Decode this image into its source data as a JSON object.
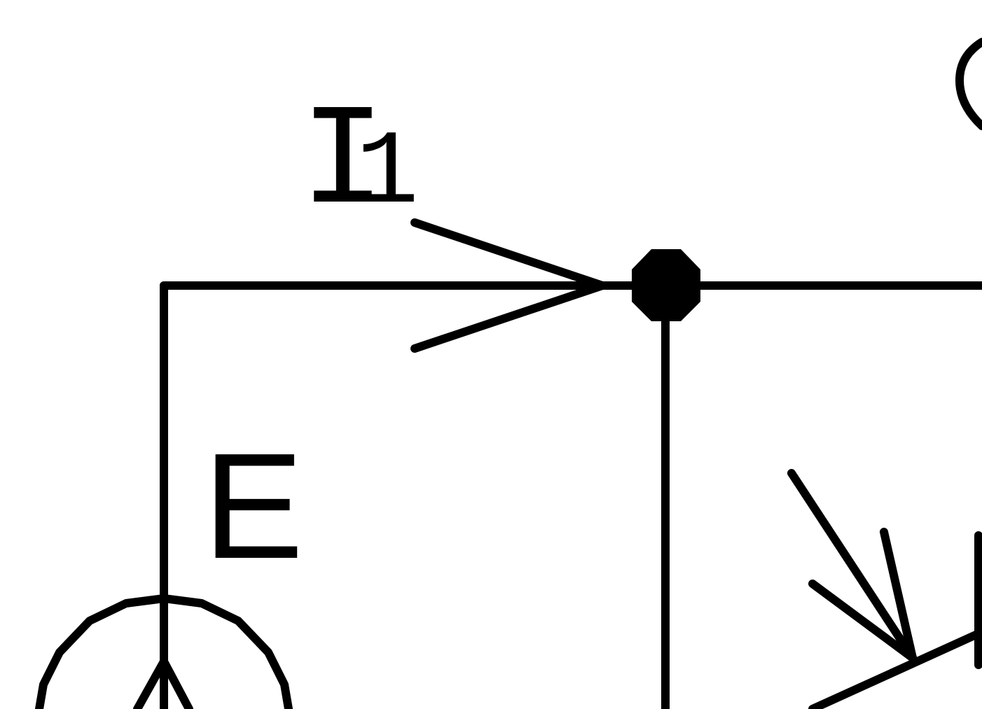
{
  "diagram": {
    "type": "circuit-schematic-fragment",
    "colors": {
      "background": "#ffffff",
      "stroke": "#000000"
    },
    "labels": {
      "current_main": "I",
      "current_subscript": "1",
      "source": "E"
    },
    "symbols": [
      "voltage-source-circle",
      "junction-node",
      "current-arrow-i1",
      "photo-light-arrows",
      "transistor-emitter-arrow"
    ]
  }
}
